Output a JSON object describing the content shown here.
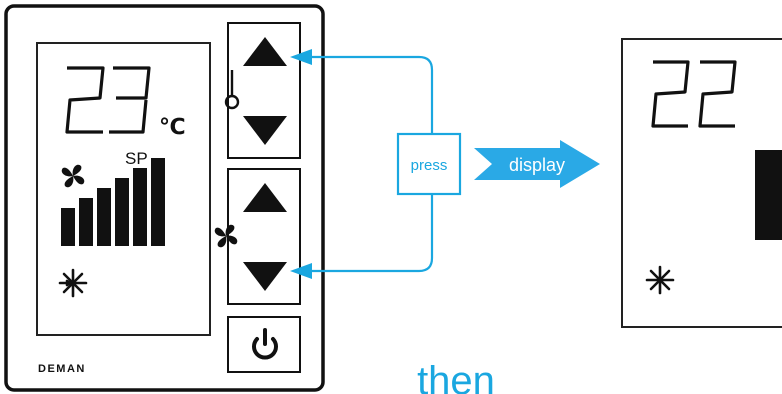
{
  "device": {
    "brand": "DEMAN",
    "temperature_digits": "23",
    "unit": "℃",
    "setpoint_label": "SP",
    "fan_speed_bars": 6
  },
  "buttons": {
    "temp_up": "temperature-up",
    "temp_down": "temperature-down",
    "fan_up": "fan-speed-up",
    "fan_down": "fan-speed-down",
    "power": "power"
  },
  "callout": {
    "press_label": "press",
    "display_label": "display",
    "then_label": "then"
  },
  "second_display": {
    "temperature_digits": "22"
  },
  "colors": {
    "accent": "#1aa7e0",
    "accent_fill": "#2aa9e6",
    "panel_border": "#111111",
    "lcd_border": "#222222"
  },
  "icons": {
    "thermometer": "thermometer-icon",
    "fan": "fan-icon",
    "snowflake": "snowflake-icon",
    "power": "power-icon",
    "arrow_up": "triangle-up-icon",
    "arrow_down": "triangle-down-icon"
  }
}
